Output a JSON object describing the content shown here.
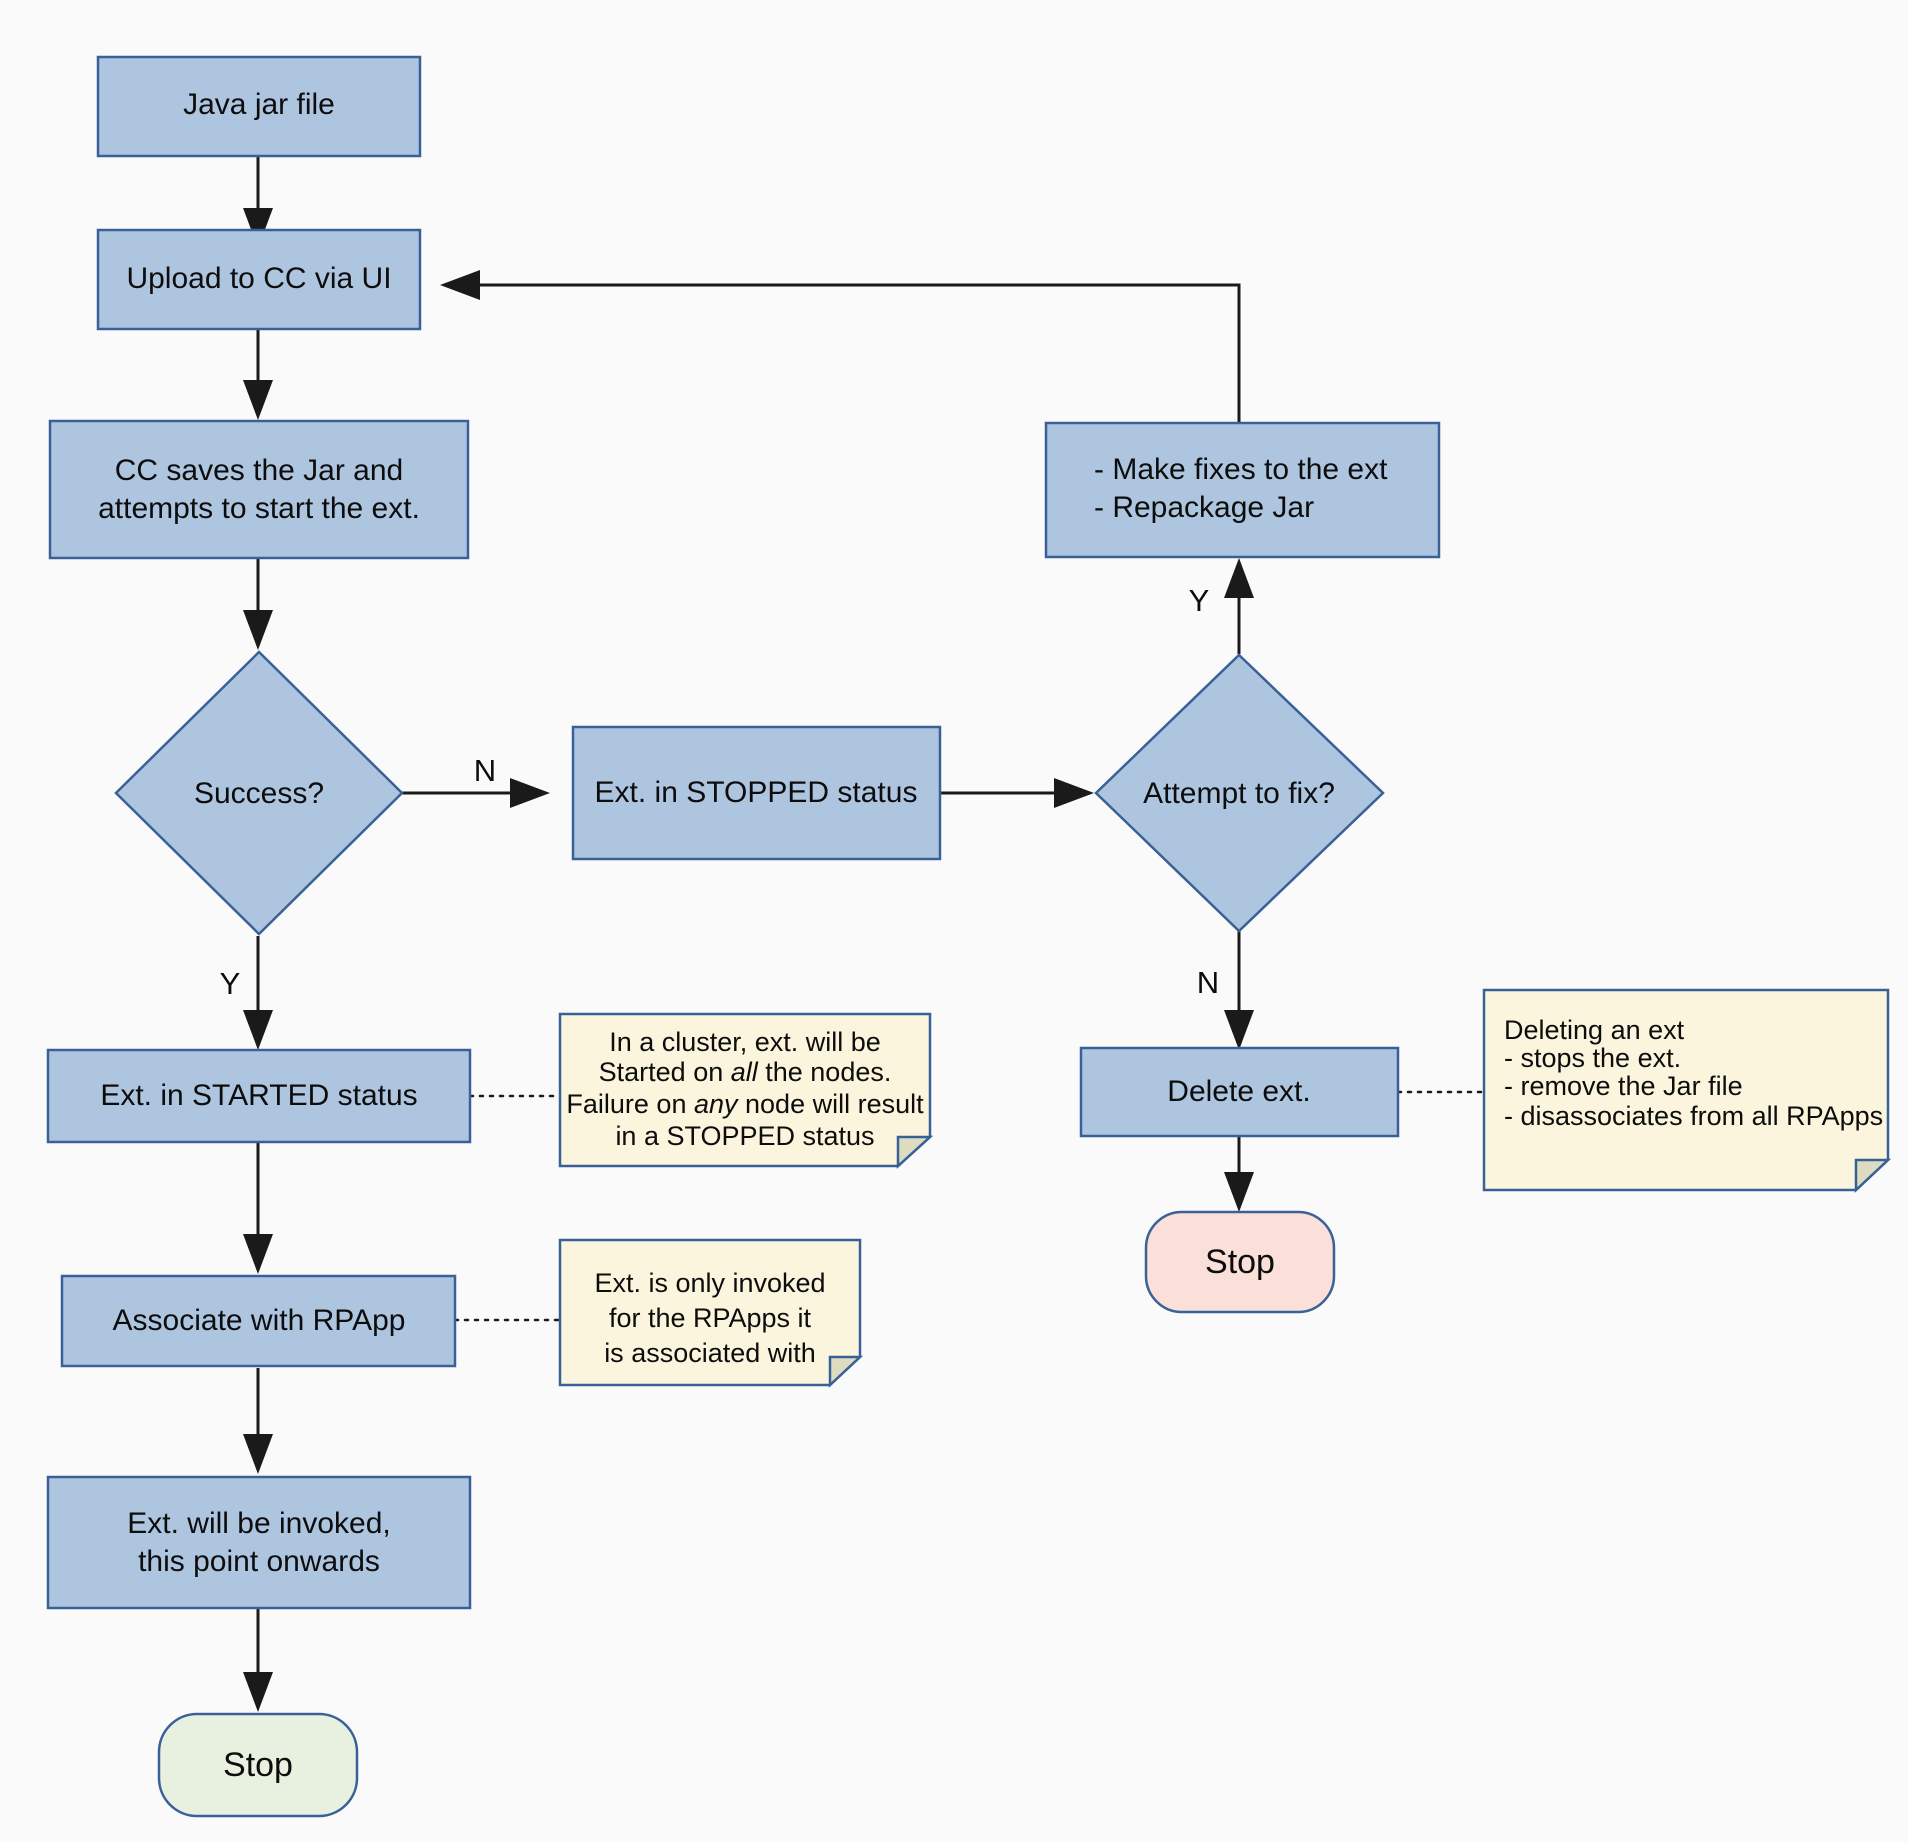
{
  "diagram": {
    "title": "Extension lifecycle flowchart",
    "colors": {
      "process_fill": "#aec5e0",
      "process_stroke": "#3a6098",
      "note_fill": "#fbf5dd",
      "note_fold": "#dedcc0",
      "stop_green_fill": "#e8f0df",
      "stop_pink_fill": "#fbe0da",
      "edge": "#1a1a1a",
      "background": "#fafafa"
    },
    "nodes": {
      "java_jar": {
        "label": "Java jar file",
        "shape": "process"
      },
      "upload": {
        "label": "Upload to CC via UI",
        "shape": "process"
      },
      "cc_saves": {
        "line1": "CC saves the Jar and",
        "line2": "attempts to start the ext.",
        "shape": "process"
      },
      "success": {
        "label": "Success?",
        "shape": "decision"
      },
      "stopped": {
        "label": "Ext. in STOPPED status",
        "shape": "process"
      },
      "attempt_fix": {
        "label": "Attempt to fix?",
        "shape": "decision"
      },
      "make_fixes": {
        "line1": "- Make fixes to the ext",
        "line2": "- Repackage Jar",
        "shape": "process"
      },
      "delete_ext": {
        "label": "Delete ext.",
        "shape": "process"
      },
      "stop_right": {
        "label": "Stop",
        "shape": "terminator",
        "color": "pink"
      },
      "started": {
        "label": "Ext. in STARTED status",
        "shape": "process"
      },
      "associate": {
        "label": "Associate with RPApp",
        "shape": "process"
      },
      "invoked": {
        "line1": "Ext. will be invoked,",
        "line2": "this point onwards",
        "shape": "process"
      },
      "stop_left": {
        "label": "Stop",
        "shape": "terminator",
        "color": "green"
      }
    },
    "edge_labels": {
      "success_no": "N",
      "success_yes": "Y",
      "fix_yes": "Y",
      "fix_no": "N"
    },
    "notes": {
      "cluster_note": {
        "line1_a": "In a cluster, ext. will be",
        "line2_a": "Started on ",
        "line2_em": "all",
        "line2_b": " the nodes.",
        "line3_a": "Failure on ",
        "line3_em": "any",
        "line3_b": " node will result",
        "line4_a": "in a STOPPED status"
      },
      "rpapp_note": {
        "line1": "Ext. is only invoked",
        "line2": "for the RPApps it",
        "line3": "is associated with"
      },
      "delete_note": {
        "line1": "Deleting an ext",
        "line2": "- stops the ext.",
        "line3": "- remove the Jar file",
        "line4": "- disassociates from all RPApps"
      }
    }
  }
}
